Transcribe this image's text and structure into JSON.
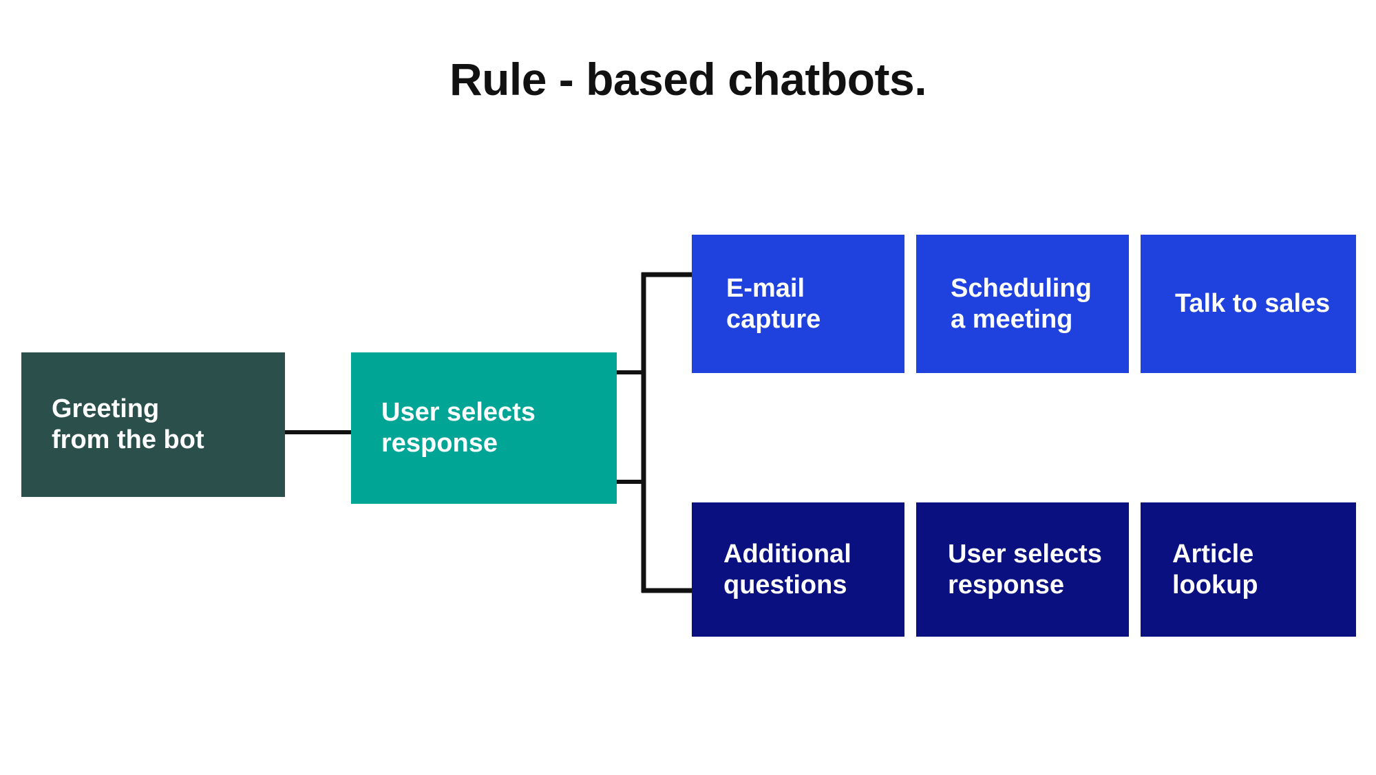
{
  "page": {
    "title": "Rule - based chatbots.",
    "background": "#ffffff"
  },
  "colors": {
    "greeting_box": "#2b4f4a",
    "user_selects_box": "#00a596",
    "branch_top": "#1f41de",
    "branch_bottom": "#0a1080",
    "connector": "#111111",
    "node_text": "#ffffff",
    "title_text": "#111111"
  },
  "diagram": {
    "type": "flowchart",
    "nodes": [
      {
        "id": "greeting",
        "label": "Greeting\nfrom the bot",
        "color": "#2b4f4a",
        "row": "root"
      },
      {
        "id": "user-selects",
        "label": "User selects\nresponse",
        "color": "#00a596",
        "row": "stage2"
      },
      {
        "id": "email-capture",
        "label": "E-mail\ncapture",
        "color": "#1f41de",
        "row": "top"
      },
      {
        "id": "scheduling-meeting",
        "label": "Scheduling\na meeting",
        "color": "#1f41de",
        "row": "top"
      },
      {
        "id": "talk-to-sales",
        "label": "Talk to sales",
        "color": "#1f41de",
        "row": "top"
      },
      {
        "id": "additional-questions",
        "label": "Additional\nquestions",
        "color": "#0a1080",
        "row": "bottom"
      },
      {
        "id": "user-selects-2",
        "label": "User selects\nresponse",
        "color": "#0a1080",
        "row": "bottom"
      },
      {
        "id": "article-lookup",
        "label": "Article\nlookup",
        "color": "#0a1080",
        "row": "bottom"
      }
    ],
    "edges": [
      {
        "from": "greeting",
        "to": "user-selects"
      },
      {
        "from": "user-selects",
        "to": "email-capture"
      },
      {
        "from": "user-selects",
        "to": "additional-questions"
      }
    ]
  }
}
